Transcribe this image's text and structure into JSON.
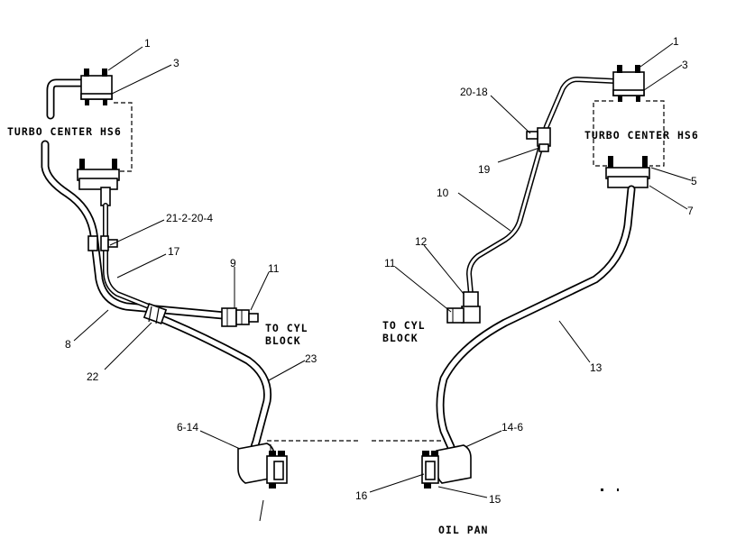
{
  "labels": {
    "turbo_center_left": "TURBO CENTER HS6",
    "turbo_center_right": "TURBO CENTER HS6",
    "to_cyl_left_1": "TO CYL",
    "to_cyl_left_2": "BLOCK",
    "to_cyl_right_1": "TO CYL",
    "to_cyl_right_2": "BLOCK",
    "oil_pan": "OIL PAN"
  },
  "callouts": {
    "left_1": "1",
    "left_3": "3",
    "left_21_2_20_4": "21-2-20-4",
    "left_17": "17",
    "left_9": "9",
    "left_11": "11",
    "left_8": "8",
    "left_22": "22",
    "left_23": "23",
    "left_6_14": "6-14",
    "right_1": "1",
    "right_3": "3",
    "right_20_18": "20-18",
    "right_19": "19",
    "right_5": "5",
    "right_7": "7",
    "right_10": "10",
    "right_12": "12",
    "right_11": "11",
    "right_13": "13",
    "right_14_6": "14-6",
    "right_16": "16",
    "right_15": "15"
  }
}
